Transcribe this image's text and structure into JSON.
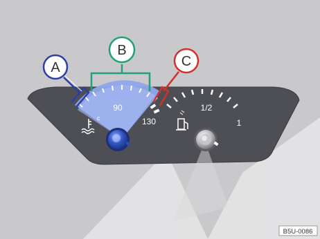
{
  "callouts": {
    "a": "A",
    "b": "B",
    "c": "C"
  },
  "temp_gauge": {
    "mark_c": "c",
    "tick_90": "90",
    "tick_130": "130",
    "symbol": "coolant-temperature-icon",
    "knob_color": "#2e4fb3"
  },
  "fuel_gauge": {
    "tick_half": "1/2",
    "tick_full": "1",
    "symbol": "fuel-pump-icon"
  },
  "code": "B5U-0086",
  "colors": {
    "a": "#2d3ea6",
    "b": "#22a07a",
    "c": "#d2302a",
    "background": "#c9c9cb",
    "cluster": "#4e4f55"
  }
}
